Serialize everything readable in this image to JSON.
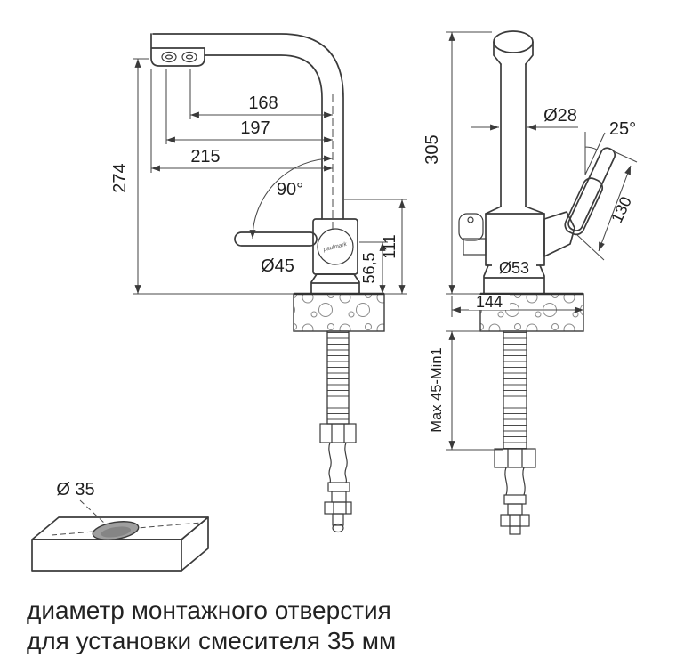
{
  "drawing": {
    "left_view": {
      "dims": {
        "d168": "168",
        "d197": "197",
        "d215": "215",
        "d274": "274",
        "angle": "90°",
        "dia_base": "Ø45",
        "d56_5": "56,5",
        "d111": "111"
      },
      "brand": "paulmark"
    },
    "right_view": {
      "dims": {
        "d305": "305",
        "dia_spout": "Ø28",
        "angle": "25°",
        "d130": "130",
        "dia_base": "Ø53",
        "d144": "144",
        "mount_range": "Max 45-Min1"
      }
    },
    "hole_detail": {
      "dia": "Ø 35"
    }
  },
  "caption": {
    "line1": "диаметр монтажного отверстия",
    "line2": "для установки смесителя 35 мм"
  }
}
